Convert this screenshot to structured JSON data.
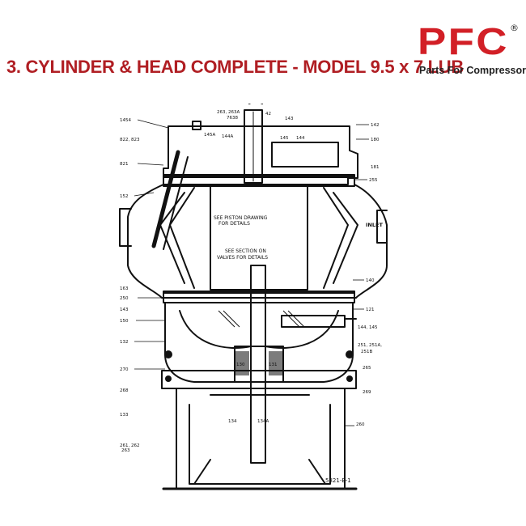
{
  "header": {
    "title": "3. CYLINDER & HEAD COMPLETE - MODEL 9.5 x 7 LUB"
  },
  "logo": {
    "mark": "PFC",
    "registered": "®",
    "tagline": "Parts For Compressor",
    "color": "#d21f26"
  },
  "diagram": {
    "notes": {
      "piston": [
        "SEE PISTON DRAWING",
        "FOR DETAILS"
      ],
      "valves": [
        "SEE SECTION ON",
        "VALVES FOR DETAILS"
      ]
    },
    "inlet_label": "INLET",
    "drawing_number": "5321-E-1",
    "callouts": {
      "c1": "1454",
      "c2": "263, 263A",
      "c3": "7638",
      "c4": "42",
      "c5": "143",
      "c6": "142",
      "c7": "822, 823",
      "c8": "145A",
      "c9": "144A",
      "c10": "145",
      "c11": "144",
      "c12": "180",
      "c13": "821",
      "c14": "181",
      "c15": "255",
      "c16": "152",
      "c17": "163",
      "c18": "140",
      "c19": "250",
      "c20": "143",
      "c21": "121",
      "c22": "150",
      "c23": "144, 145",
      "c24": "132",
      "c25": "251, 251A,",
      "c26": "251B",
      "c27": "270",
      "c28": "130",
      "c29": "131",
      "c30": "265",
      "c31": "268",
      "c32": "269",
      "c33": "133",
      "c34": "134",
      "c35": "134A",
      "c36": "260",
      "c37": "261, 262",
      "c38": "263"
    }
  }
}
